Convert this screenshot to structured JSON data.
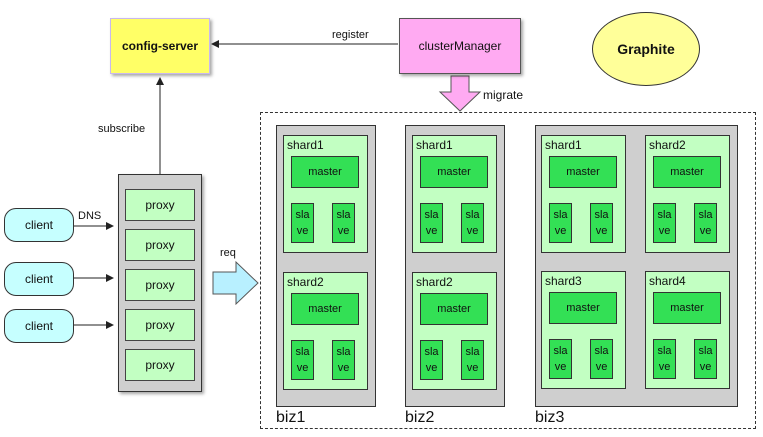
{
  "nodes": {
    "config_server": "config-server",
    "cluster_manager": "clusterManager",
    "graphite": "Graphite",
    "proxy_label": "proxy",
    "client_label": "client"
  },
  "labels": {
    "register": "register",
    "subscribe": "subscribe",
    "dns": "DNS",
    "req": "req",
    "migrate": "migrate"
  },
  "node_text": {
    "master": "master",
    "slave": "sla\nve"
  },
  "biz": [
    {
      "name": "biz1",
      "shards": [
        "shard1",
        "shard2"
      ]
    },
    {
      "name": "biz2",
      "shards": [
        "shard1",
        "shard2"
      ]
    },
    {
      "name": "biz3",
      "shards": [
        "shard1",
        "shard2",
        "shard3",
        "shard4"
      ]
    }
  ],
  "colors": {
    "config_server": "#ffff66",
    "cluster_manager": "#ffaaf2",
    "graphite": "#ffff99",
    "proxy": "#c2ffc2",
    "client": "#c6ffff",
    "shard": "#c2ffc2",
    "master_slave": "#33e055",
    "container": "#cfcfcf",
    "req_arrow": "#b8f0ff",
    "migrate_arrow": "#ffaaf2"
  }
}
